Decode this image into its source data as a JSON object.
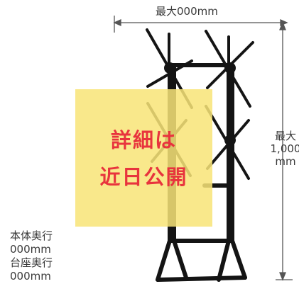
{
  "dimensions": {
    "width_label": "最大000mm",
    "height_label_lines": [
      "最大",
      "1,000",
      "mm"
    ],
    "depth_lines": [
      "本体奥行",
      "000mm",
      "台座奥行",
      "000mm"
    ]
  },
  "notice": {
    "lines": [
      "詳細は",
      "近日公開"
    ],
    "text_color": "#e8343d",
    "panel_color": "#f8e478"
  },
  "product": {
    "frame_color": "#141414",
    "dimension_line_color": "#555555"
  }
}
